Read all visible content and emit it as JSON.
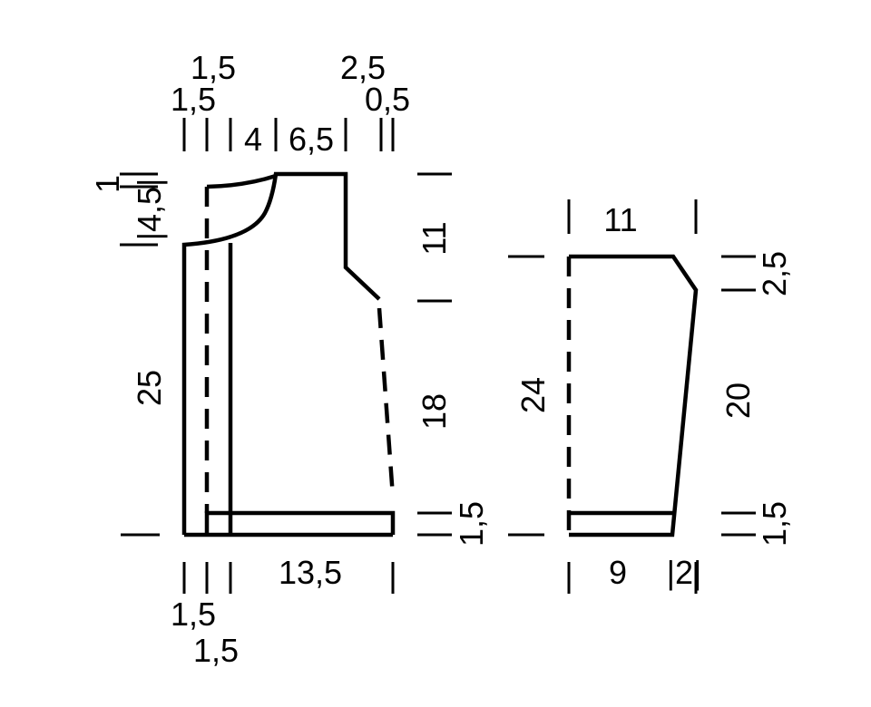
{
  "body_piece": {
    "top_measures": {
      "upper_left": "1,5",
      "lower_left": "1,5",
      "shoulder": "4",
      "neck": "6,5",
      "upper_right": "2,5",
      "lower_right": "0,5"
    },
    "left_measures": {
      "neck_drop_top": "1",
      "neck_drop": "|4,5|",
      "front_length": "25"
    },
    "right_measures": {
      "upper": "11",
      "lower": "18",
      "rib": "1,5"
    },
    "bottom_measures": {
      "width": "13,5",
      "left_upper": "1,5",
      "left_lower": "1,5"
    }
  },
  "sleeve_piece": {
    "top_width": "11",
    "left_length": "24",
    "right_measures": {
      "cap": "2,5",
      "length": "20",
      "rib": "1,5"
    },
    "bottom_measures": {
      "width": "9",
      "side": "|2|"
    }
  }
}
